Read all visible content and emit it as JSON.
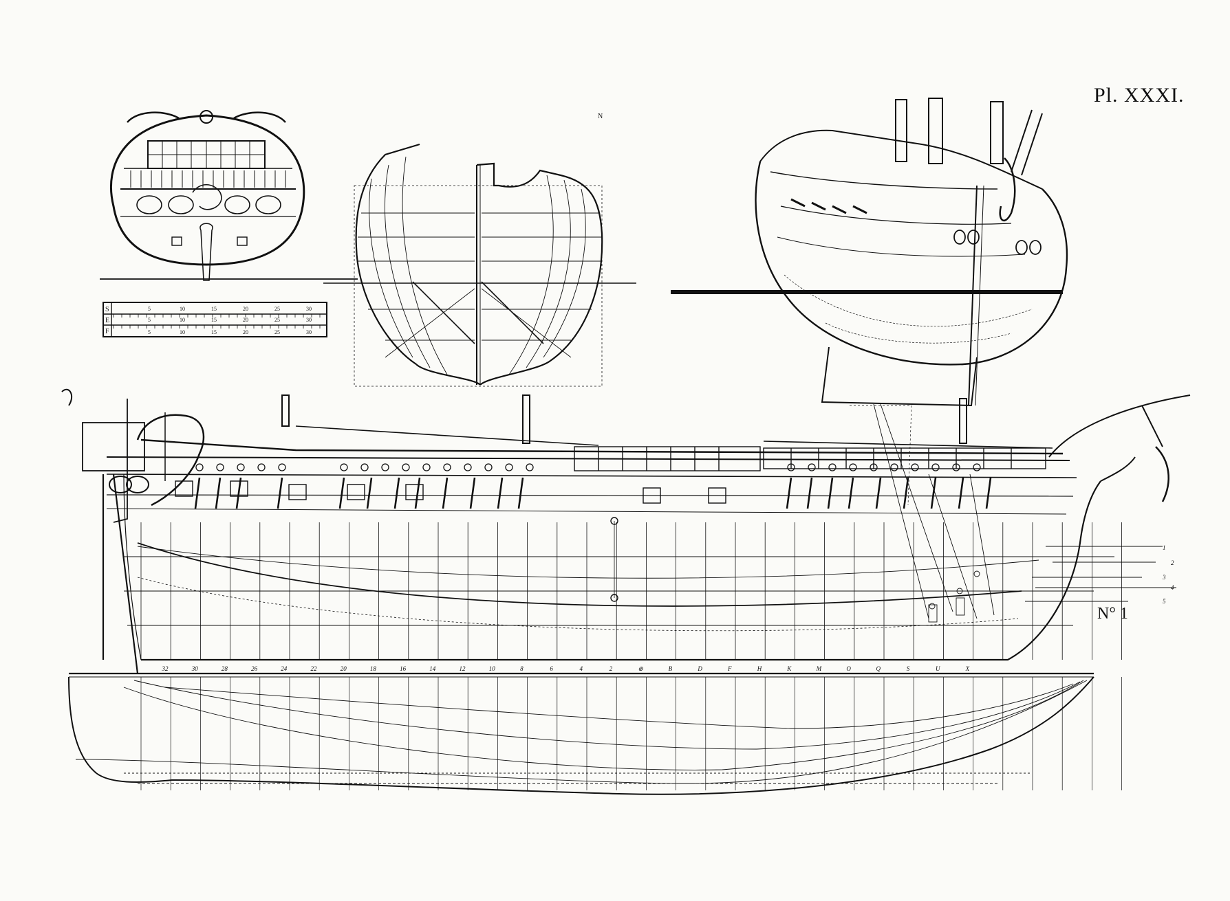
{
  "plate": {
    "title": "Pl. XXXI.",
    "figure_label": "N° 1",
    "corner_mark": "N"
  },
  "scale_bar": {
    "rows": [
      "S",
      "E",
      "F"
    ],
    "ticks": [
      "5",
      "10",
      "15",
      "20",
      "25",
      "30"
    ]
  },
  "station_labels": [
    "32",
    "30",
    "28",
    "26",
    "24",
    "22",
    "20",
    "18",
    "16",
    "14",
    "12",
    "10",
    "8",
    "6",
    "4",
    "2",
    "⊕",
    "B",
    "D",
    "F",
    "H",
    "K",
    "M",
    "O",
    "Q",
    "S",
    "U",
    "X"
  ],
  "waterline_labels": [
    "1",
    "2",
    "3",
    "4",
    "5"
  ],
  "colors": {
    "ink": "#111111",
    "paper": "#fbfbf8"
  }
}
